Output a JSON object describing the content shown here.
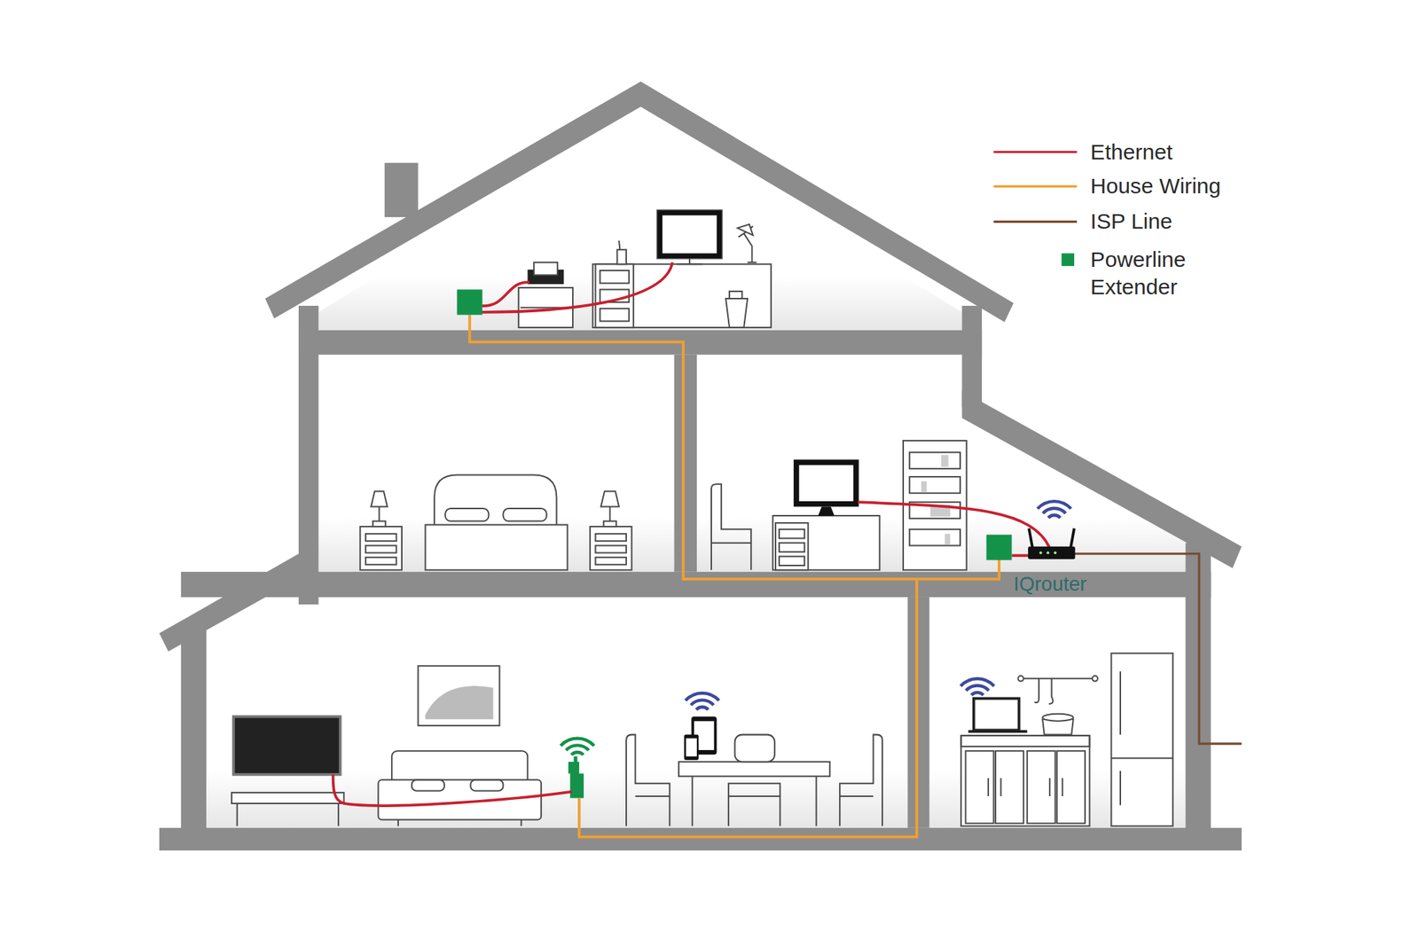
{
  "diagram": {
    "labels": [
      "IQrouter"
    ],
    "legend": [
      {
        "text": "Ethernet"
      },
      {
        "text": "House Wiring"
      },
      {
        "text": "ISP Line"
      },
      {
        "text": "Powerline Extender",
        "color": "#14924a"
      }
    ]
  }
}
